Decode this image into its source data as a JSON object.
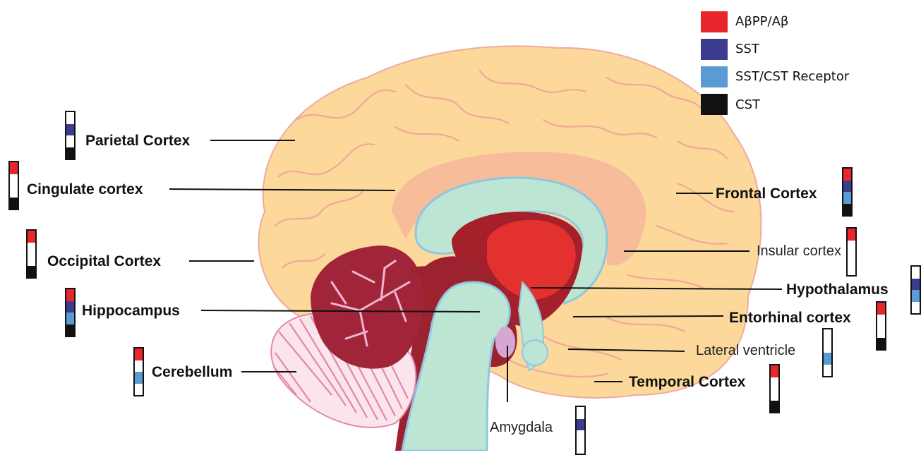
{
  "legend": {
    "items": [
      {
        "key": "abpp",
        "label": "AβPP/Aβ",
        "color": "#e8262b"
      },
      {
        "key": "sst",
        "label": "SST",
        "color": "#3c3c8f"
      },
      {
        "key": "sst_cst_receptor",
        "label": "SST/CST Receptor",
        "color": "#5b9bd5"
      },
      {
        "key": "cst",
        "label": "CST",
        "color": "#111111"
      }
    ]
  },
  "regions": {
    "parietal": {
      "label": "Parietal Cortex",
      "segments": [
        "white",
        "sst",
        "white",
        "cst"
      ]
    },
    "cingulate": {
      "label": "Cingulate cortex",
      "segments": [
        "abpp",
        "white",
        "white",
        "cst"
      ]
    },
    "occipital": {
      "label": "Occipital Cortex",
      "segments": [
        "abpp",
        "white",
        "white",
        "cst"
      ]
    },
    "hippocampus": {
      "label": "Hippocampus",
      "segments": [
        "abpp",
        "sst",
        "sst_cst_receptor",
        "cst"
      ]
    },
    "cerebellum": {
      "label": "Cerebellum",
      "segments": [
        "abpp",
        "white",
        "sst_cst_receptor",
        "white"
      ]
    },
    "frontal": {
      "label": "Frontal Cortex",
      "segments": [
        "abpp",
        "sst",
        "sst_cst_receptor",
        "cst"
      ]
    },
    "insular": {
      "label": "Insular cortex",
      "segments": [
        "abpp",
        "white",
        "white",
        "white"
      ]
    },
    "hypothalamus": {
      "label": "Hypothalamus",
      "segments": [
        "white",
        "sst",
        "sst_cst_receptor",
        "white"
      ]
    },
    "entorhinal": {
      "label": "Entorhinal cortex",
      "segments": [
        "abpp",
        "white",
        "white",
        "cst"
      ]
    },
    "lateral_ventricle": {
      "label": "Lateral ventricle",
      "segments": [
        "white",
        "white",
        "sst_cst_receptor",
        "white"
      ]
    },
    "temporal": {
      "label": "Temporal Cortex",
      "segments": [
        "abpp",
        "white",
        "white",
        "cst"
      ]
    },
    "amygdala": {
      "label": "Amygdala",
      "segments": [
        "white",
        "sst",
        "white",
        "white"
      ]
    }
  }
}
